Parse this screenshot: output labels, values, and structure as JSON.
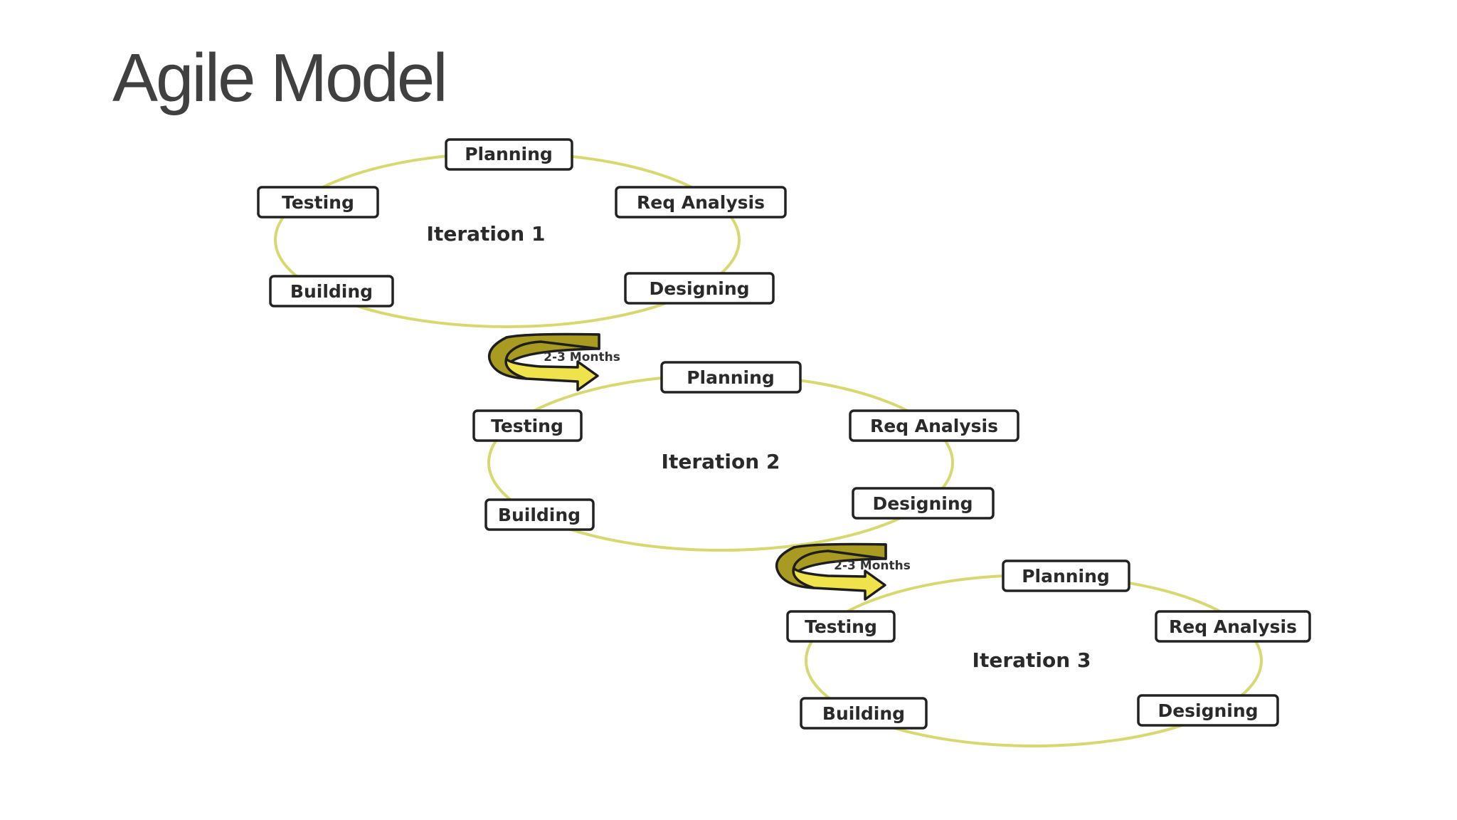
{
  "slide": {
    "title": "Agile Model"
  },
  "diagram": {
    "iterations": [
      {
        "label": "Iteration 1",
        "phases": {
          "planning": "Planning",
          "req_analysis": "Req Analysis",
          "designing": "Designing",
          "building": "Building",
          "testing": "Testing"
        }
      },
      {
        "label": "Iteration 2",
        "phases": {
          "planning": "Planning",
          "req_analysis": "Req Analysis",
          "designing": "Designing",
          "building": "Building",
          "testing": "Testing"
        }
      },
      {
        "label": "Iteration 3",
        "phases": {
          "planning": "Planning",
          "req_analysis": "Req Analysis",
          "designing": "Designing",
          "building": "Building",
          "testing": "Testing"
        }
      }
    ],
    "transitions": [
      {
        "label": "2-3 Months"
      },
      {
        "label": "2-3 Months"
      }
    ],
    "colors": {
      "cycle_ring": "#d8d870",
      "arrow_front": "#f0e24a",
      "arrow_back": "#a99a22",
      "box_border": "#222222",
      "title_text": "#404040"
    }
  }
}
